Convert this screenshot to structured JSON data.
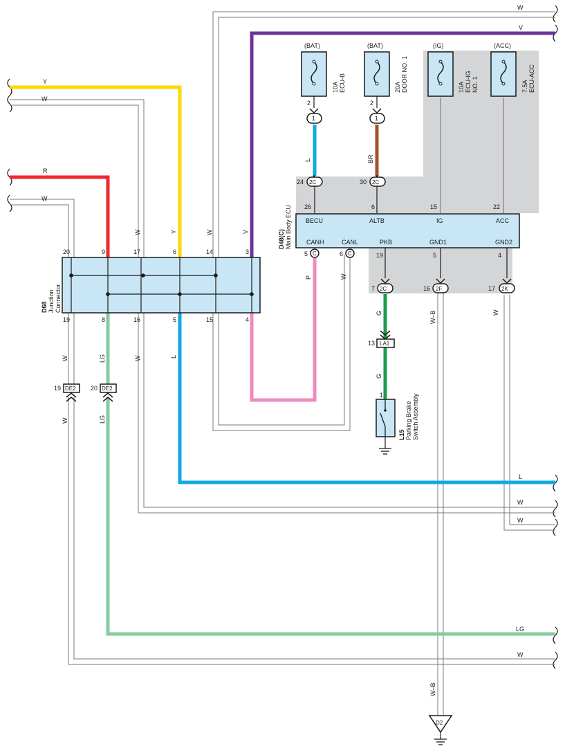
{
  "colors": {
    "Y": "#ffd700",
    "R": "#ee2a2f",
    "V": "#6d3499",
    "L": "#12a9e3",
    "BR": "#a0522d",
    "P": "#ef8abf",
    "G": "#1a9d4a",
    "LG": "#86cc9b",
    "W": "#7a7a7a",
    "ecu_shade": "#d4d5d7",
    "ecu_fill": "#c8e6f5",
    "fuse_fill": "#c8e6f5"
  },
  "left_wires": {
    "y": "Y",
    "w1": "W",
    "r": "R",
    "w2": "W"
  },
  "right_wires": {
    "w_top": "W",
    "v": "V",
    "l": "L",
    "w_a": "W",
    "w_b": "W",
    "lg": "LG",
    "w_bottom": "W"
  },
  "fuses": [
    {
      "source": "(BAT)",
      "amp": "10A",
      "name": "ECU-B",
      "pin": "2",
      "conn": "1"
    },
    {
      "source": "(BAT)",
      "amp": "20A",
      "name": "DOOR NO. 1",
      "pin": "2",
      "conn": "1"
    },
    {
      "source": "(IG)",
      "amp": "10A",
      "name": "ECU-IG",
      "name2": "NO. 1"
    },
    {
      "source": "(ACC)",
      "amp": "7.5A",
      "name": "ECU-ACC"
    }
  ],
  "ecu": {
    "id": "D48(C)",
    "name": "Main Body ECU",
    "top_pins": [
      {
        "pin": "26",
        "label": "BECU"
      },
      {
        "pin": "6",
        "label": "ALTB"
      },
      {
        "pin": "15",
        "label": "IG"
      },
      {
        "pin": "22",
        "label": "ACC"
      }
    ],
    "bottom_pins": [
      {
        "pin": "",
        "label": "CANH"
      },
      {
        "pin": "",
        "label": "CANL"
      },
      {
        "pin": "19",
        "label": "PKB"
      },
      {
        "pin": "5",
        "label": "GND1"
      },
      {
        "pin": "4",
        "label": "GND2"
      }
    ],
    "in_conn": [
      {
        "pin": "24",
        "conn": "2C",
        "wire": "L"
      },
      {
        "pin": "30",
        "conn": "2C",
        "wire": "BR"
      }
    ],
    "can_conn": [
      {
        "pin": "5",
        "conn": "C",
        "wire": "P"
      },
      {
        "pin": "6",
        "conn": "C",
        "wire": "W"
      }
    ],
    "out_conn": [
      {
        "pin": "7",
        "conn": "2C",
        "wire": "G"
      },
      {
        "pin": "16",
        "conn": "2F",
        "wire": "W–B"
      },
      {
        "pin": "17",
        "conn": "2K",
        "wire": "W"
      }
    ]
  },
  "junction": {
    "id": "D68",
    "name1": "Junction",
    "name2": "Connector",
    "top_pins": [
      "20",
      "9",
      "17",
      "6",
      "14",
      "3"
    ],
    "bottom_pins": [
      "19",
      "8",
      "16",
      "5",
      "15",
      "4"
    ],
    "top_wires": [
      "W",
      "Y",
      "W",
      "V"
    ],
    "bottom_wires": [
      "W",
      "LG",
      "W",
      "L"
    ]
  },
  "de2": [
    {
      "pin": "19",
      "conn": "DE2",
      "wire_below": "W"
    },
    {
      "pin": "20",
      "conn": "DE2",
      "wire_below": "LG"
    }
  ],
  "la1": {
    "pin": "13",
    "conn": "LA1",
    "wire_below": "G"
  },
  "switch": {
    "id": "L15",
    "name1": "Parking Brake",
    "name2": "Switch Assembly",
    "pin": "1"
  },
  "ground": {
    "id": "D2",
    "wire": "W–B"
  }
}
